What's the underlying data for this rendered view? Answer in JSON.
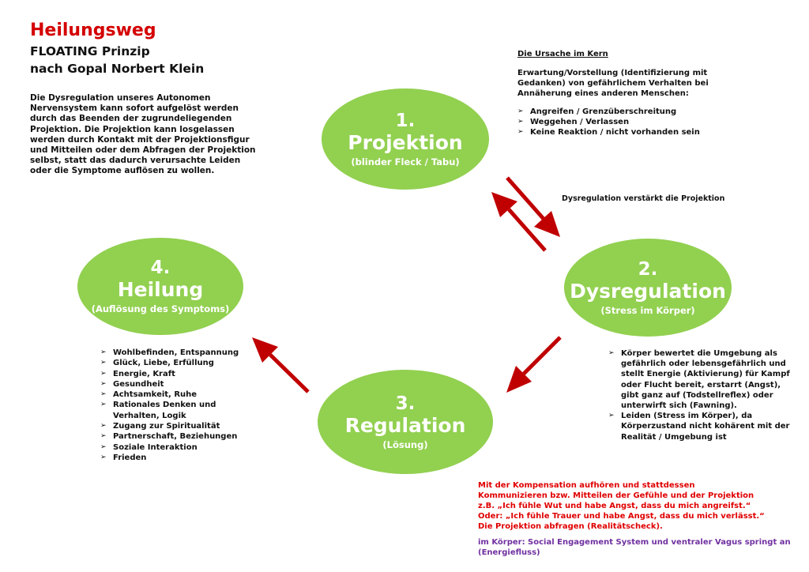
{
  "header": {
    "title": "Heilungsweg",
    "subtitle_line1": "FLOATING Prinzip",
    "subtitle_line2": "nach Gopal Norbert Klein"
  },
  "intro": "Die Dysregulation unseres Autonomen Nervensystem kann sofort aufgelöst werden durch das Beenden der zugrundeliegenden Projektion. Die Projektion kann losgelassen werden durch Kontakt mit der Projektionsfigur und Mitteilen oder dem Abfragen der Projektion selbst, statt das dadurch verursachte Leiden oder die Symptome auflösen zu wollen.",
  "cause": {
    "heading": "Die Ursache im Kern",
    "text": "Erwartung/Vorstellung (Identifizierung mit Gedanken) von gefährlichem Verhalten bei Annäherung eines anderen Menschen:",
    "items": [
      "Angreifen / Grenzüberschreitung",
      "Weggehen / Verlassen",
      "Keine Reaktion / nicht vorhanden sein"
    ]
  },
  "dysregulation_note": "Dysregulation verstärkt die Projektion",
  "stages": [
    {
      "number": "1.",
      "name": "Projektion",
      "desc": "(blinder Fleck / Tabu)"
    },
    {
      "number": "2.",
      "name": "Dysregulation",
      "desc": "(Stress im Körper)"
    },
    {
      "number": "3.",
      "name": "Regulation",
      "desc": "(Lösung)"
    },
    {
      "number": "4.",
      "name": "Heilung",
      "desc": "(Auflösung des Symptoms)"
    }
  ],
  "healing_items": [
    "Wohlbefinden, Entspannung",
    "Glück, Liebe, Erfüllung",
    "Energie, Kraft",
    "Gesundheit",
    "Achtsamkeit, Ruhe",
    "Rationales Denken und Verhalten, Logik",
    "Zugang zur Spiritualität",
    "Partnerschaft, Beziehungen",
    "Soziale Interaktion",
    "Frieden"
  ],
  "dysregulation_items": [
    "Körper bewertet die Umgebung als gefährlich oder lebensgefährlich und stellt Energie (Aktivierung) für Kampf oder Flucht bereit, erstarrt (Angst), gibt ganz auf (Todstellreflex) oder unterwirft sich (Fawning).",
    "Leiden (Stress im Körper), da Körperzustand nicht kohärent mit der Realität / Umgebung ist"
  ],
  "regulation_text": {
    "line1": "Mit der Kompensation aufhören und stattdessen",
    "line2": "Kommunizieren bzw. Mitteilen der Gefühle und der Projektion",
    "line3": "z.B. „Ich fühle Wut und habe Angst, dass du mich angreifst.“",
    "line4": "Oder: „Ich fühle Trauer und habe Angst, dass du mich verlässt.“",
    "line5": "Die Projektion abfragen (Realitätscheck)."
  },
  "body_text": "im Körper: Social Engagement System und ventraler Vagus springt an (Energiefluss)",
  "colors": {
    "title_red": "#d40000",
    "ellipse_green": "#92d050",
    "arrow_red": "#c00000",
    "regulation_red": "#e00000",
    "body_purple": "#7030a0"
  }
}
